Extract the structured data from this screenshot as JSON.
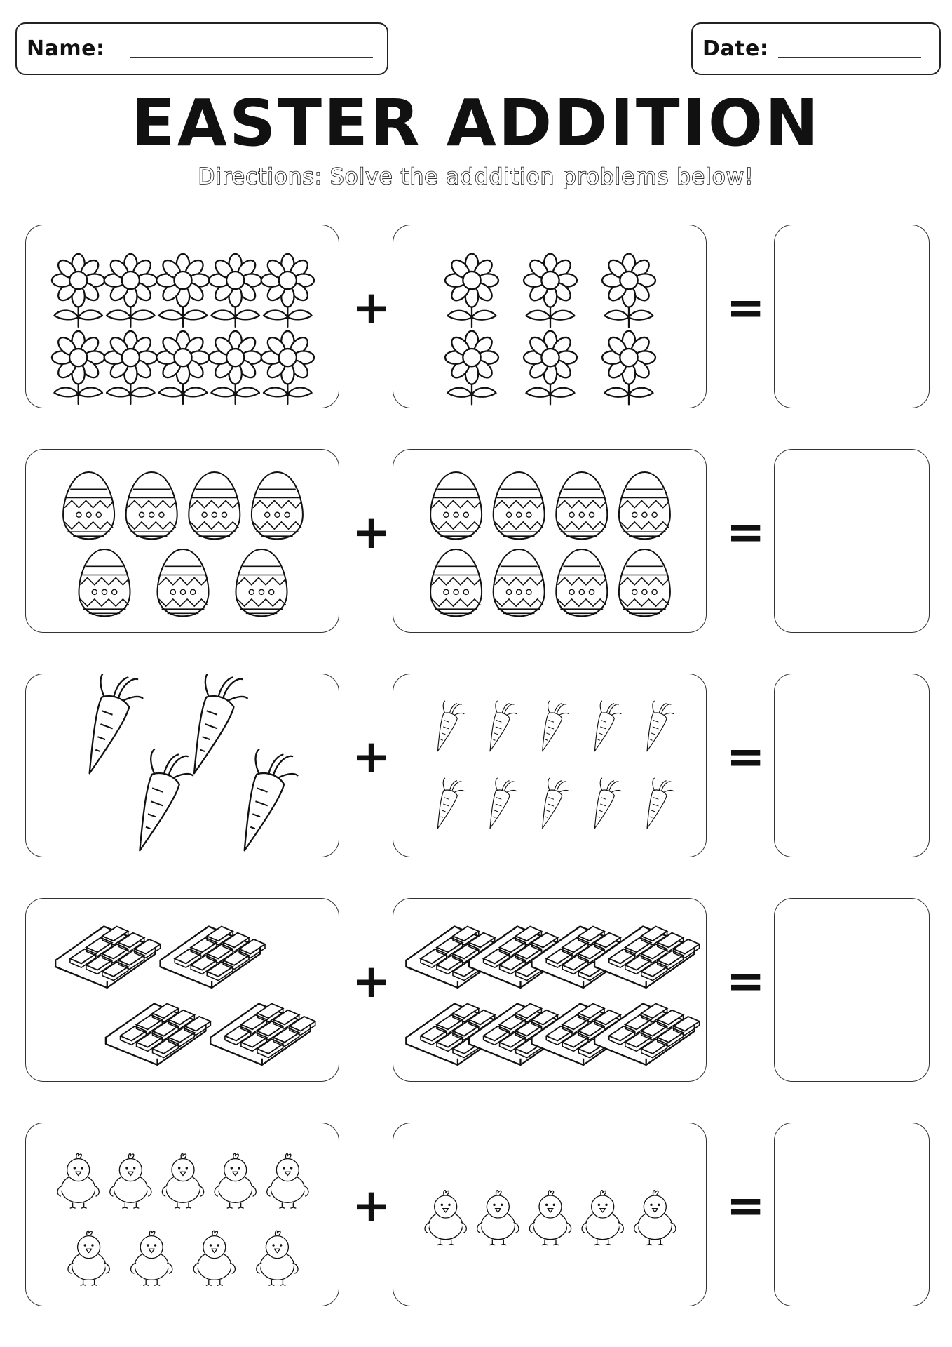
{
  "header": {
    "name_label": "Name:",
    "date_label": "Date:"
  },
  "title": "EASTER ADDITION",
  "directions": "Directions: Solve the adddition problems below!",
  "operators": {
    "plus": "+",
    "equals": "="
  },
  "problems": [
    {
      "item": "flower-icon",
      "left_count": 10,
      "right_count": 6
    },
    {
      "item": "egg-icon",
      "left_count": 7,
      "right_count": 8
    },
    {
      "item": "carrot-icon",
      "left_count": 4,
      "right_count": 10
    },
    {
      "item": "chocolate-icon",
      "left_count": 4,
      "right_count": 8
    },
    {
      "item": "chick-icon",
      "left_count": 9,
      "right_count": 5
    }
  ]
}
